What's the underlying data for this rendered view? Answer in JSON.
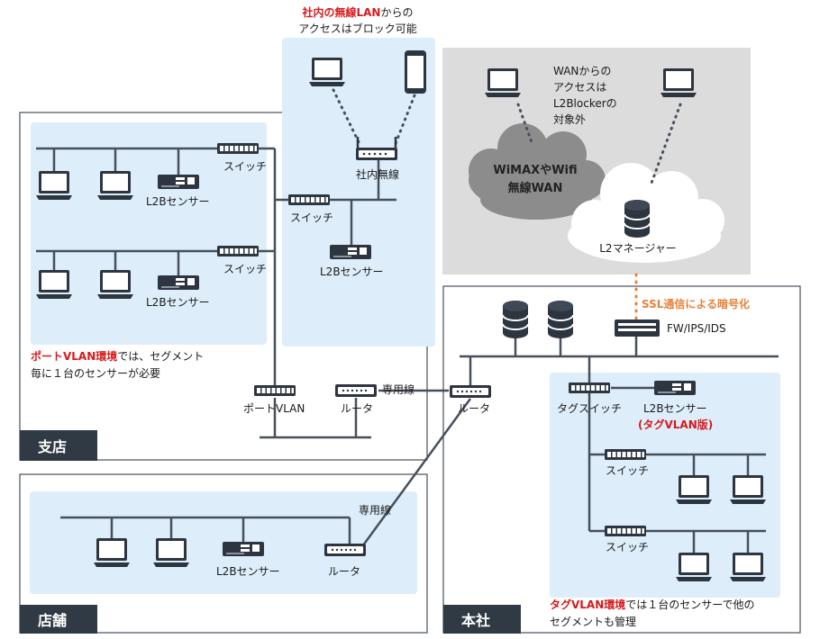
{
  "colors": {
    "region_fill": "#ddeefa",
    "line": "#46505c",
    "device": "#2d3540",
    "wan_bg": "#dcdcdc",
    "accent_red": "#d7191c",
    "accent_orange": "#e8823a",
    "label_bg": "#2f3a45"
  },
  "sections": {
    "branch": "支店",
    "store": "店舗",
    "hq": "本社"
  },
  "notes": {
    "wireless_line1_red": "社内の無線LAN",
    "wireless_line1_rest": "からの",
    "wireless_line2": "アクセスはブロック可能",
    "wan_note": [
      "WANからの",
      "アクセスは",
      "L2Blockerの",
      "対象外"
    ],
    "port_vlan_red": "ポートVLAN環境",
    "port_vlan_line1_rest": "では、セグメント",
    "port_vlan_line2": "毎に１台のセンサーが必要",
    "tag_vlan_red": "タグVLAN環境",
    "tag_vlan_line1_rest": "では１台のセンサーで他の",
    "tag_vlan_line2": "セグメントも管理",
    "ssl": "SSL通信による暗号化"
  },
  "cloud": {
    "wimax_line1": "WiMAXやWifi",
    "wimax_line2": "無線WAN",
    "manager": "L2マネージャー"
  },
  "labels": {
    "switch": "スイッチ",
    "sensor": "L2Bセンサー",
    "ap": "社内無線",
    "port_vlan": "ポートVLAN",
    "router": "ルータ",
    "leased_line": "専用線",
    "firewall": "FW/IPS/IDS",
    "tag_switch": "タグスイッチ",
    "sensor_tag": "L2Bセンサー",
    "sensor_tag_sub": "(タグVLAN版)"
  }
}
